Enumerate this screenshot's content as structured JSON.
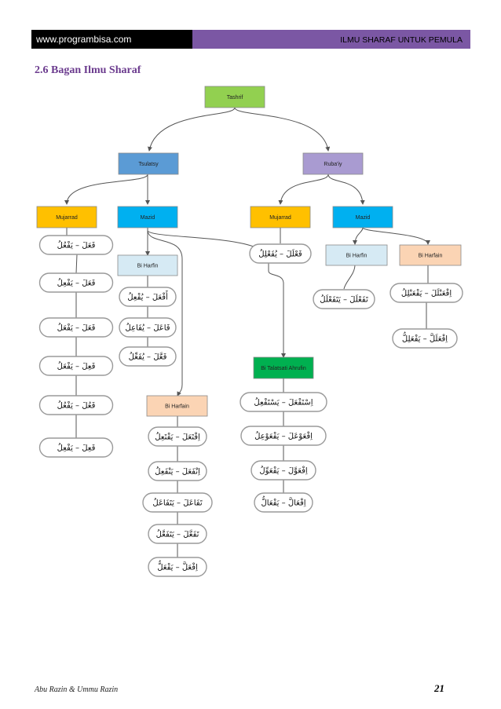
{
  "header": {
    "website": "www.programbisa.com",
    "book_title": "ILMU SHARAF UNTUK PEMULA"
  },
  "section_title": "2.6  Bagan Ilmu Sharaf",
  "diagram": {
    "root": "Tashrif",
    "tsulatsy": "Tsulatsy",
    "rubaiy": "Ruba'iy",
    "mujarrad_tsulatsy": "Mujarrad",
    "mazid_tsulatsy": "Mazid",
    "mujarrad_rubaiy": "Mujarrad",
    "mazid_rubaiy": "Mazid",
    "bi_harfin_tsulatsy": "Bi Harfin",
    "bi_harfain_tsulatsy": "Bi Harfain",
    "bi_talatsati": "Bi Talatsati Ahrufin",
    "bi_harfin_rubaiy": "Bi Harfin",
    "bi_harfain_rubaiy": "Bi Harfain",
    "mujarrad_tsulatsy_wazan": [
      "فَعَلَ – يَفْعُلُ",
      "فَعَلَ – يَفْعِلُ",
      "فَعَلَ – يَفْعَلُ",
      "فَعِلَ – يَفْعَلُ",
      "فَعُلَ – يَفْعُلُ",
      "فَعِلَ – يَفْعِلُ"
    ],
    "bi_harfin_tsulatsy_wazan": [
      "أَفْعَلَ – يُفْعِلُ",
      "فَاعَلَ – يُفَاعِلُ",
      "فَعَّلَ – يُفَعِّلُ"
    ],
    "bi_harfain_tsulatsy_wazan": [
      "اِفْتَعَلَ – يَفْتَعِلُ",
      "اِنْفَعَلَ – يَنْفَعِلُ",
      "تَفَاعَلَ – يَتَفَاعَلُ",
      "تَفَعَّلَ – يَتَفَعَّلُ",
      "اِفْعَلَّ – يَفْعَلُّ"
    ],
    "bi_talatsati_wazan": [
      "اِسْتَفْعَلَ – يَسْتَفْعِلُ",
      "اِفْعَوْعَلَ – يَفْعَوْعِلُ",
      "اِفْعَوَّلَ – يَفْعَوِّلُ",
      "اِفْعَالَّ – يَفْعَالُّ"
    ],
    "mujarrad_rubaiy_wazan": [
      "فَعْلَلَ – يُفَعْلِلُ"
    ],
    "bi_harfin_rubaiy_wazan": [
      "تَفَعْلَلَ – يَتَفَعْلَلُ"
    ],
    "bi_harfain_rubaiy_wazan": [
      "اِفْعَنْلَلَ – يَفْعَنْلِلُ",
      "اِفْعَلَلَّ – يَفْعَلِلُّ"
    ]
  },
  "colors": {
    "green": "#92d050",
    "blue": "#5b9bd5",
    "purple": "#a99bd1",
    "gold": "#ffc000",
    "cyan": "#00b0f0",
    "light_blue": "#d6eaf4",
    "peach": "#fbd4b4",
    "dark_green": "#00b050"
  },
  "footer": {
    "authors": "Abu Razin & Ummu Razin",
    "page_number": "21"
  }
}
